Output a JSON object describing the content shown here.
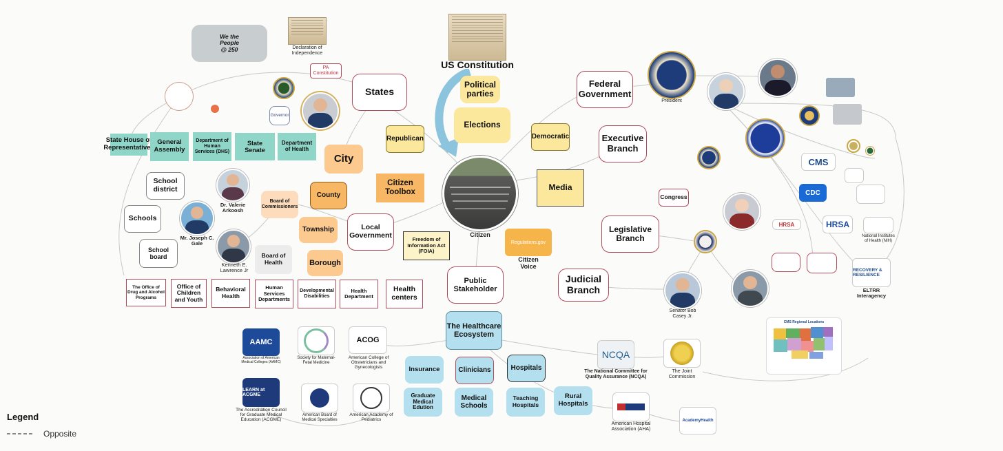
{
  "nodes": {
    "we_the_people": "We the People @ 250",
    "declaration": "Declaration of Independence",
    "pa_constitution": "PA Constitution",
    "us_constitution": "US Constitution",
    "states": "States",
    "political_parties": "Political parties",
    "elections": "Elections",
    "republican": "Republican",
    "democratic": "Democratic",
    "city": "City",
    "county": "County",
    "township": "Township",
    "borough": "Borough",
    "citizen_toolbox": "Citizen Toolbox",
    "media": "Media",
    "citizen": "Citizen",
    "citizen_voice": "Citizen Voice",
    "local_government": "Local Government",
    "foia": "Freedom of Information Act (FOIA)",
    "public_stakeholder": "Public Stakeholder",
    "federal_government": "Federal Government",
    "executive_branch": "Executive Branch",
    "legislative_branch": "Legislative Branch",
    "judicial_branch": "Judicial Branch",
    "congress": "Congress",
    "state_house": "State House of Representatives",
    "general_assembly": "General Assembly",
    "dhs": "Department of Human Services (DHS)",
    "state_senate": "State Senate",
    "dept_health": "Department of Health",
    "governor": "Governor",
    "school_district": "School district",
    "schools": "Schools",
    "school_board": "School board",
    "board_commissioners": "Board of Commissioners",
    "board_health": "Board of Health",
    "office_drug": "The Office of Drug and Alcohol Programs",
    "office_children": "Office of Children and Youth",
    "behavioral_health": "Behavioral Health",
    "human_services": "Human Services Departments",
    "dev_disabilities": "Developmental Disabilities",
    "health_department": "Health Department",
    "health_centers": "Health centers",
    "healthcare_ecosystem": "The Healthcare Ecosystem",
    "insurance": "Insurance",
    "clinicians": "Clinicians",
    "hospitals": "Hospitals",
    "gme": "Graduate Medical Edution",
    "medical_schools": "Medical Schools",
    "teaching_hospitals": "Teaching Hospitals",
    "rural_hospitals": "Rural Hospitals",
    "eltrr": "ELTRR Interagency"
  },
  "captions": {
    "valerie": "Dr. Valerie Arkoosh",
    "joseph": "Mr. Joseph C. Gale",
    "kenneth": "Kenneth E. Lawrence Jr",
    "president": "President",
    "casey": "Senator Bob Casey Jr.",
    "aamc": "Association of American Medical Colleges (AAMC)",
    "smfm": "Society for Maternal-Fetal Medicine",
    "acog": "American College of Obstetricians and Gynecologists",
    "acgme": "The Accreditation Council for Graduate Medical Education (ACGME)",
    "abms": "American Board of Medical Specialties",
    "aap": "American Academy of Pediatrics",
    "ncqa": "The National Committee for Quality Assurance (NCQA)",
    "joint": "The Joint Commission",
    "aha": "American Hospital Association (AHA)",
    "nih": "National Institutes of Health (NIH)"
  },
  "logos": {
    "aamc": "AAMC",
    "acog": "ACOG",
    "learn": "LEARN at ACGME",
    "ncqa": "NCQA",
    "cms": "CMS",
    "cdc": "CDC",
    "hrsa": "HRSA",
    "regulations": "Regulations.gov",
    "academy_health": "AcademyHealth",
    "cms_map": "CMS Regional Locations",
    "recovery": "RECOVERY & RESILIENCE"
  },
  "legend": {
    "title": "Legend",
    "opposite_label": "Opposite"
  },
  "colors": {
    "teal": "#8fd6c8",
    "orange": "#fcc98f",
    "yellow": "#fbe89c",
    "blue": "#b4dfee",
    "border_red": "#b24b59"
  }
}
